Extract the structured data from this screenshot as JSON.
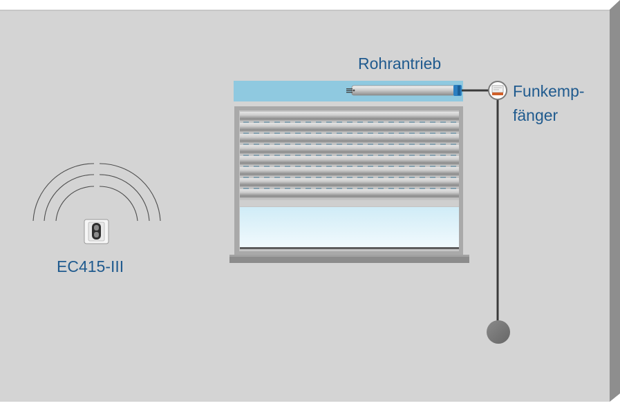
{
  "diagram": {
    "motor_label": "Rohrantrieb",
    "receiver_label_line1": "Funkemp-",
    "receiver_label_line2": "fänger",
    "transmitter_label": "EC415-III"
  },
  "colors": {
    "wall": "#d4d4d4",
    "wall_top_edge": "#c4c4c4",
    "wall_side_edge": "#8e8e8e",
    "label_text": "#1f5a8e",
    "box_blue": "#8fc9e0",
    "glass": "#dff3fa",
    "motor_cap": "#2b7ec0",
    "cable": "#3a3a3a",
    "weight": "#7a7a7a"
  }
}
